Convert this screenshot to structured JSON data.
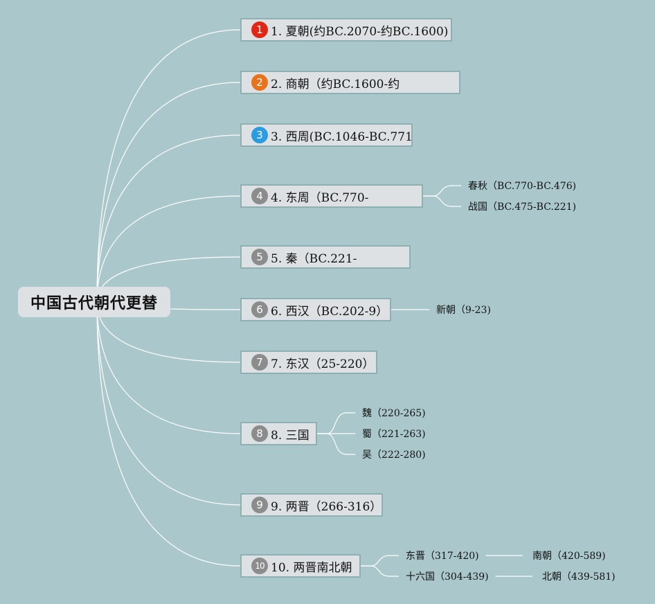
{
  "root": {
    "label": "中国古代朝代更替"
  },
  "colors": {
    "background": "#aac7cb",
    "badge_red": "#e02716",
    "badge_orange": "#e8731c",
    "badge_blue": "#2b9ce0",
    "badge_gray": "#8c8c8c",
    "line": "#ffffff"
  },
  "dynasties": [
    {
      "num": "1",
      "label": "1. 夏朝(约BC.2070-约BC.1600)",
      "badge_color": "#e02716"
    },
    {
      "num": "2",
      "label": "2. 商朝（约BC.1600-约",
      "badge_color": "#e8731c"
    },
    {
      "num": "3",
      "label": "3. 西周(BC.1046-BC.771)",
      "badge_color": "#2b9ce0"
    },
    {
      "num": "4",
      "label": "4. 东周（BC.770-",
      "badge_color": "#8c8c8c",
      "children": [
        {
          "label": "春秋（BC.770-BC.476)"
        },
        {
          "label": "战国（BC.475-BC.221)"
        }
      ]
    },
    {
      "num": "5",
      "label": "5. 秦（BC.221-",
      "badge_color": "#8c8c8c"
    },
    {
      "num": "6",
      "label": "6. 西汉（BC.202-9）",
      "badge_color": "#8c8c8c",
      "children": [
        {
          "label": "新朝（9-23)"
        }
      ]
    },
    {
      "num": "7",
      "label": "7. 东汉（25-220）",
      "badge_color": "#8c8c8c"
    },
    {
      "num": "8",
      "label": "8. 三国",
      "badge_color": "#8c8c8c",
      "children": [
        {
          "label": "魏（220-265)"
        },
        {
          "label": "蜀（221-263)"
        },
        {
          "label": "吴（222-280)"
        }
      ]
    },
    {
      "num": "9",
      "label": "9. 两晋（266-316）",
      "badge_color": "#8c8c8c"
    },
    {
      "num": "10",
      "label": "10. 两晋南北朝",
      "badge_color": "#8c8c8c",
      "children": [
        {
          "label": "东晋（317-420)",
          "child": {
            "label": "南朝（420-589)"
          }
        },
        {
          "label": "十六国（304-439)",
          "child": {
            "label": "北朝（439-581)"
          }
        }
      ]
    }
  ]
}
